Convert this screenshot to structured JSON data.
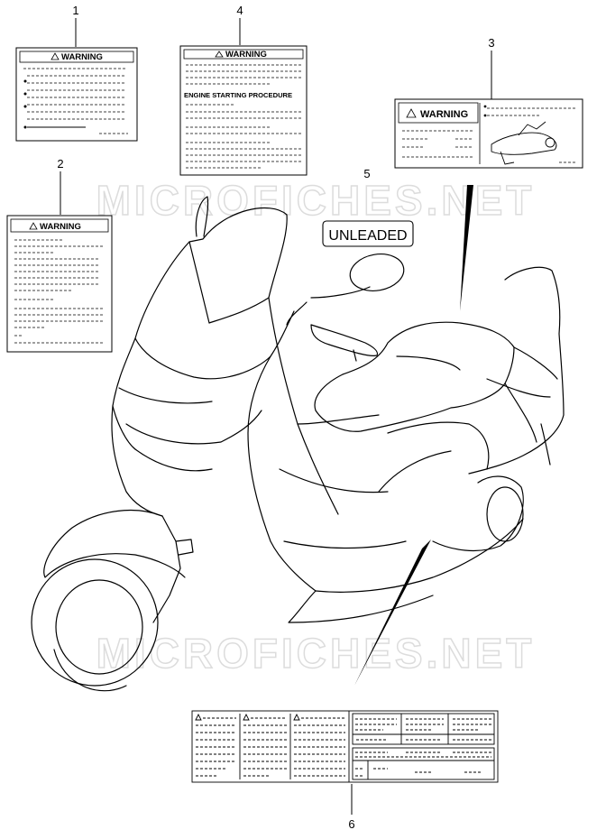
{
  "watermark": "MICROFICHES.NET",
  "callouts": [
    "1",
    "2",
    "3",
    "4",
    "5",
    "6"
  ],
  "labels": {
    "warning_1": "WARNING",
    "warning_2": "WARNING",
    "warning_3": "WARNING",
    "warning_4": "WARNING",
    "engine_procedure": "ENGINE STARTING PROCEDURE",
    "unleaded": "UNLEADED"
  },
  "colors": {
    "line": "#000000",
    "watermark": "#e6e6e6",
    "background": "#ffffff"
  }
}
